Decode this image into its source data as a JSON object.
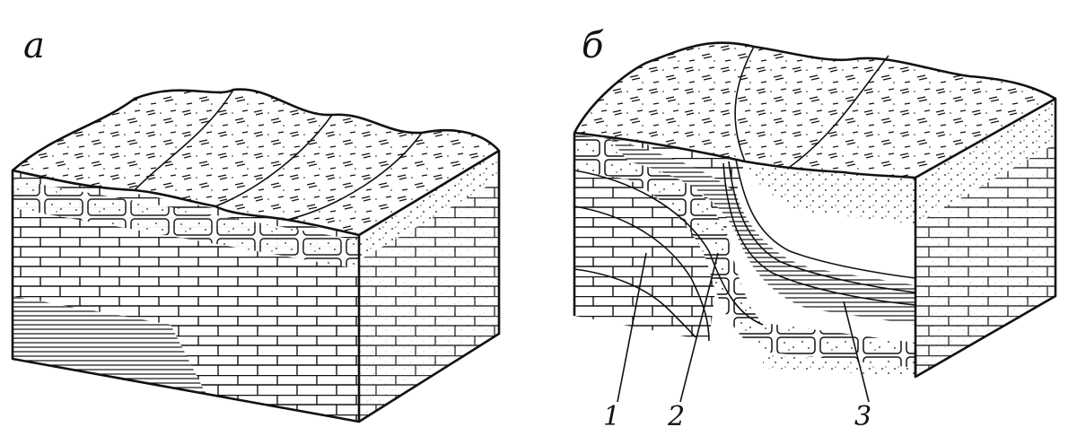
{
  "panels": {
    "a": {
      "label": "а"
    },
    "b": {
      "label": "б"
    }
  },
  "callouts": [
    {
      "label": "1"
    },
    {
      "label": "2"
    },
    {
      "label": "3"
    }
  ]
}
